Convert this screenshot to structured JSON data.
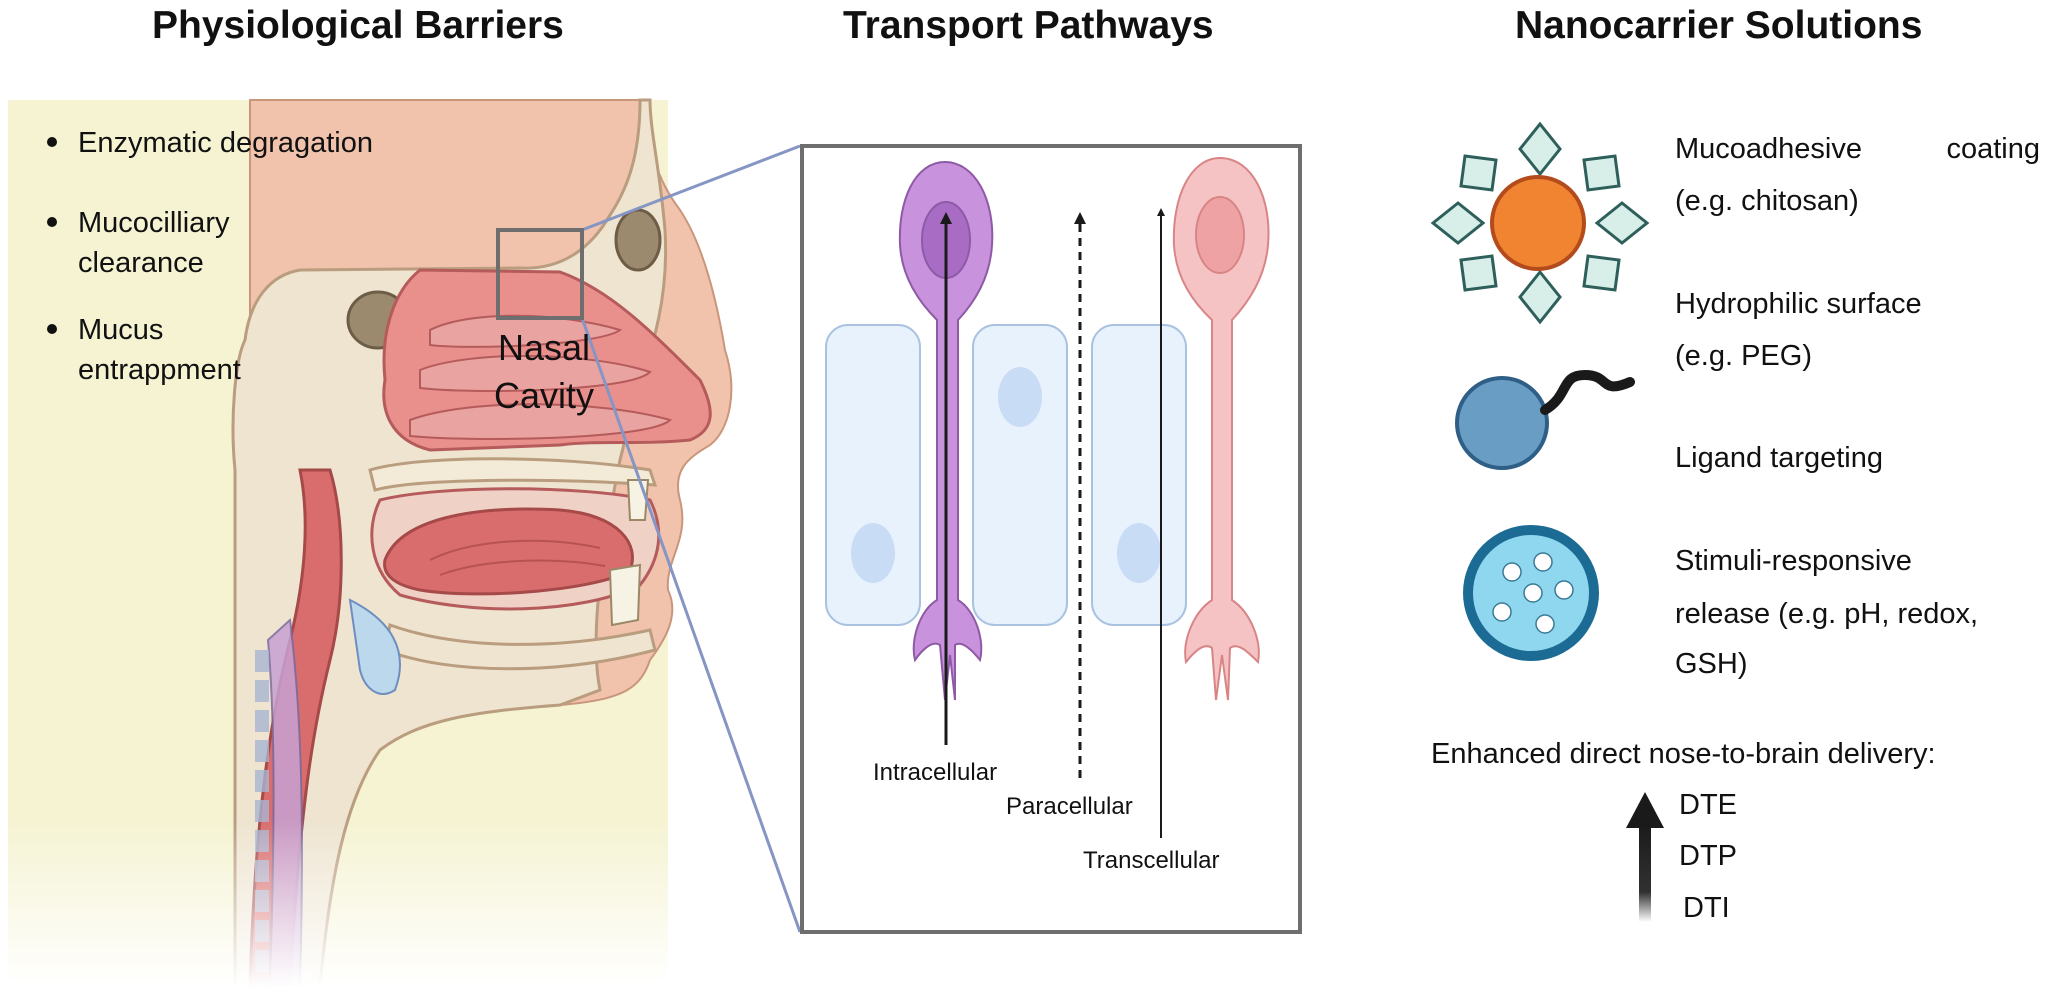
{
  "headings": {
    "physiological": "Physiological Barriers",
    "transport": "Transport Pathways",
    "nanocarrier": "Nanocarrier Solutions"
  },
  "barriers": [
    [
      "Enzymatic degragation"
    ],
    [
      "Mucocilliary",
      "clearance"
    ],
    [
      "Mucus",
      "entrappment"
    ]
  ],
  "nasal_label": [
    "Nasal",
    "Cavity"
  ],
  "pathways": {
    "intracellular": "Intracellular",
    "paracellular": "Paracellular",
    "transcellular": "Transcellular"
  },
  "solutions": {
    "mucoadhesive": [
      "Mucoadhesive",
      "coating",
      "(e.g. chitosan)"
    ],
    "hydrophilic": [
      "Hydrophilic surface",
      "(e.g. PEG)"
    ],
    "ligand": "Ligand targeting",
    "stimuli": [
      "Stimuli-responsive",
      "release (e.g. pH, redox,",
      "GSH)"
    ]
  },
  "delivery": {
    "title": "Enhanced direct nose-to-brain delivery:",
    "metrics": [
      "DTE",
      "DTP",
      "DTI"
    ]
  },
  "colors": {
    "panel_bg": "#f5f3d2",
    "skin": "#f1c3ac",
    "tissue": "#e07c7c",
    "bone": "#eee4d0",
    "box_border": "#6e6e6e",
    "zoom_line": "#8595c4",
    "cell_fill": "#e8f2fc",
    "purple_neuron": "#c892dc",
    "pink_neuron": "#f6c3c4",
    "core_orange": "#f08431",
    "ligand_blue": "#6a9dc3",
    "stimuli_blue": "#8fd7ee",
    "diamond_teal": "#2e5f5a"
  }
}
